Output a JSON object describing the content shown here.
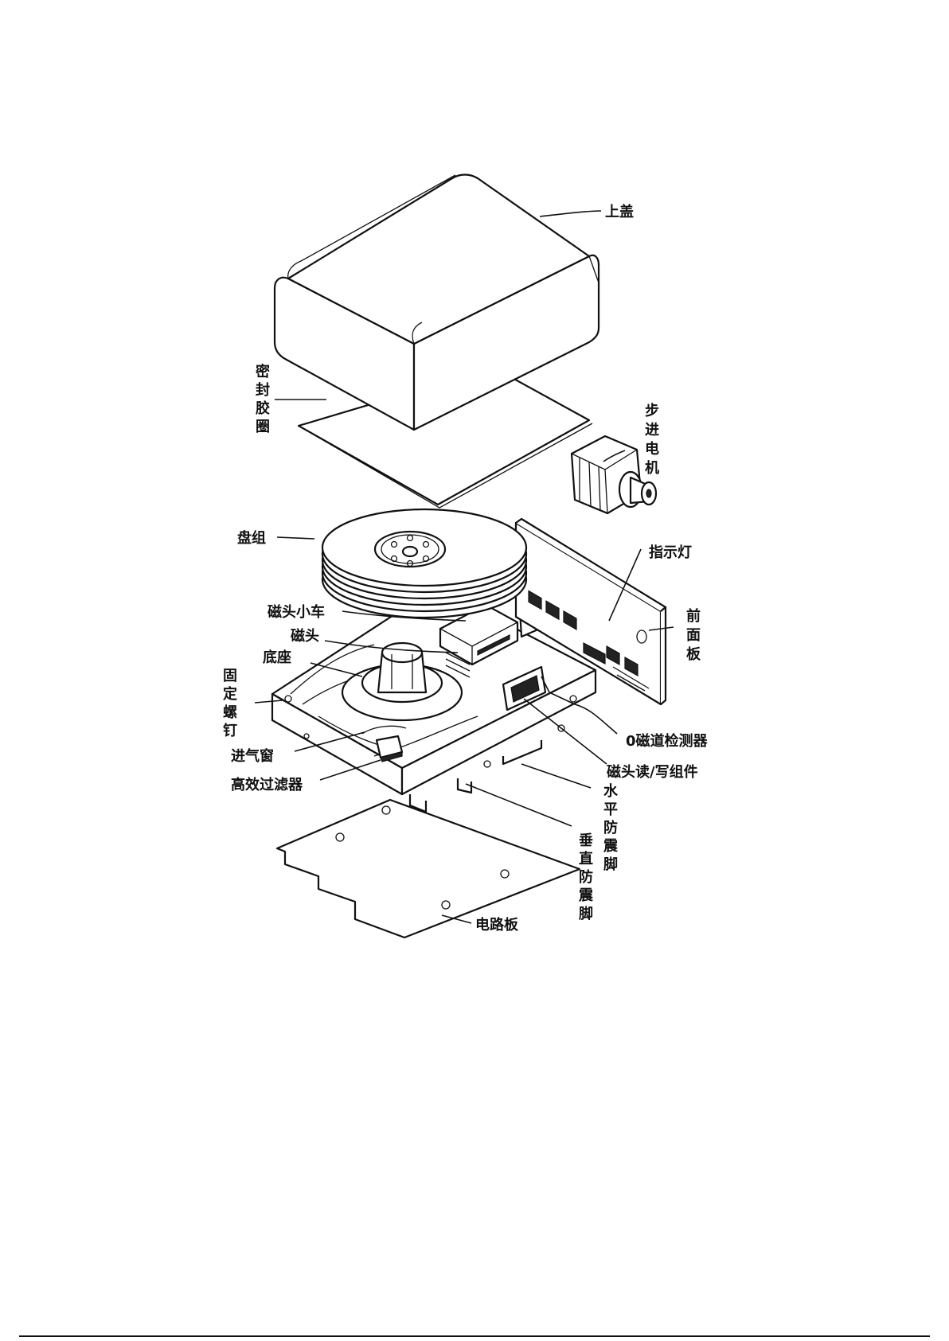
{
  "labels": {
    "top_cover": "上盖",
    "seal_gasket": [
      "密",
      "封",
      "胶",
      "圈"
    ],
    "stepper_motor": [
      "步",
      "进",
      "电",
      "机"
    ],
    "platter_stack": "盘组",
    "indicator_light": "指示灯",
    "head_carriage": "磁头小车",
    "head": "磁头",
    "front_panel": [
      "前",
      "面",
      "板"
    ],
    "base": "底座",
    "fixing_screw": [
      "固",
      "定",
      "螺",
      "钉"
    ],
    "track0_detector": "0磁道检测器",
    "air_inlet": "进气窗",
    "head_rw_assembly": "磁头读/写组件",
    "hepa_filter": "高效过滤器",
    "horizontal_shock_foot": [
      "水",
      "平",
      "防",
      "震",
      "脚"
    ],
    "vertical_shock_foot": [
      "垂",
      "直",
      "防",
      "震",
      "脚"
    ],
    "circuit_board": "电路板"
  },
  "colors": {
    "ink": "#111111",
    "paper": "#ffffff"
  }
}
